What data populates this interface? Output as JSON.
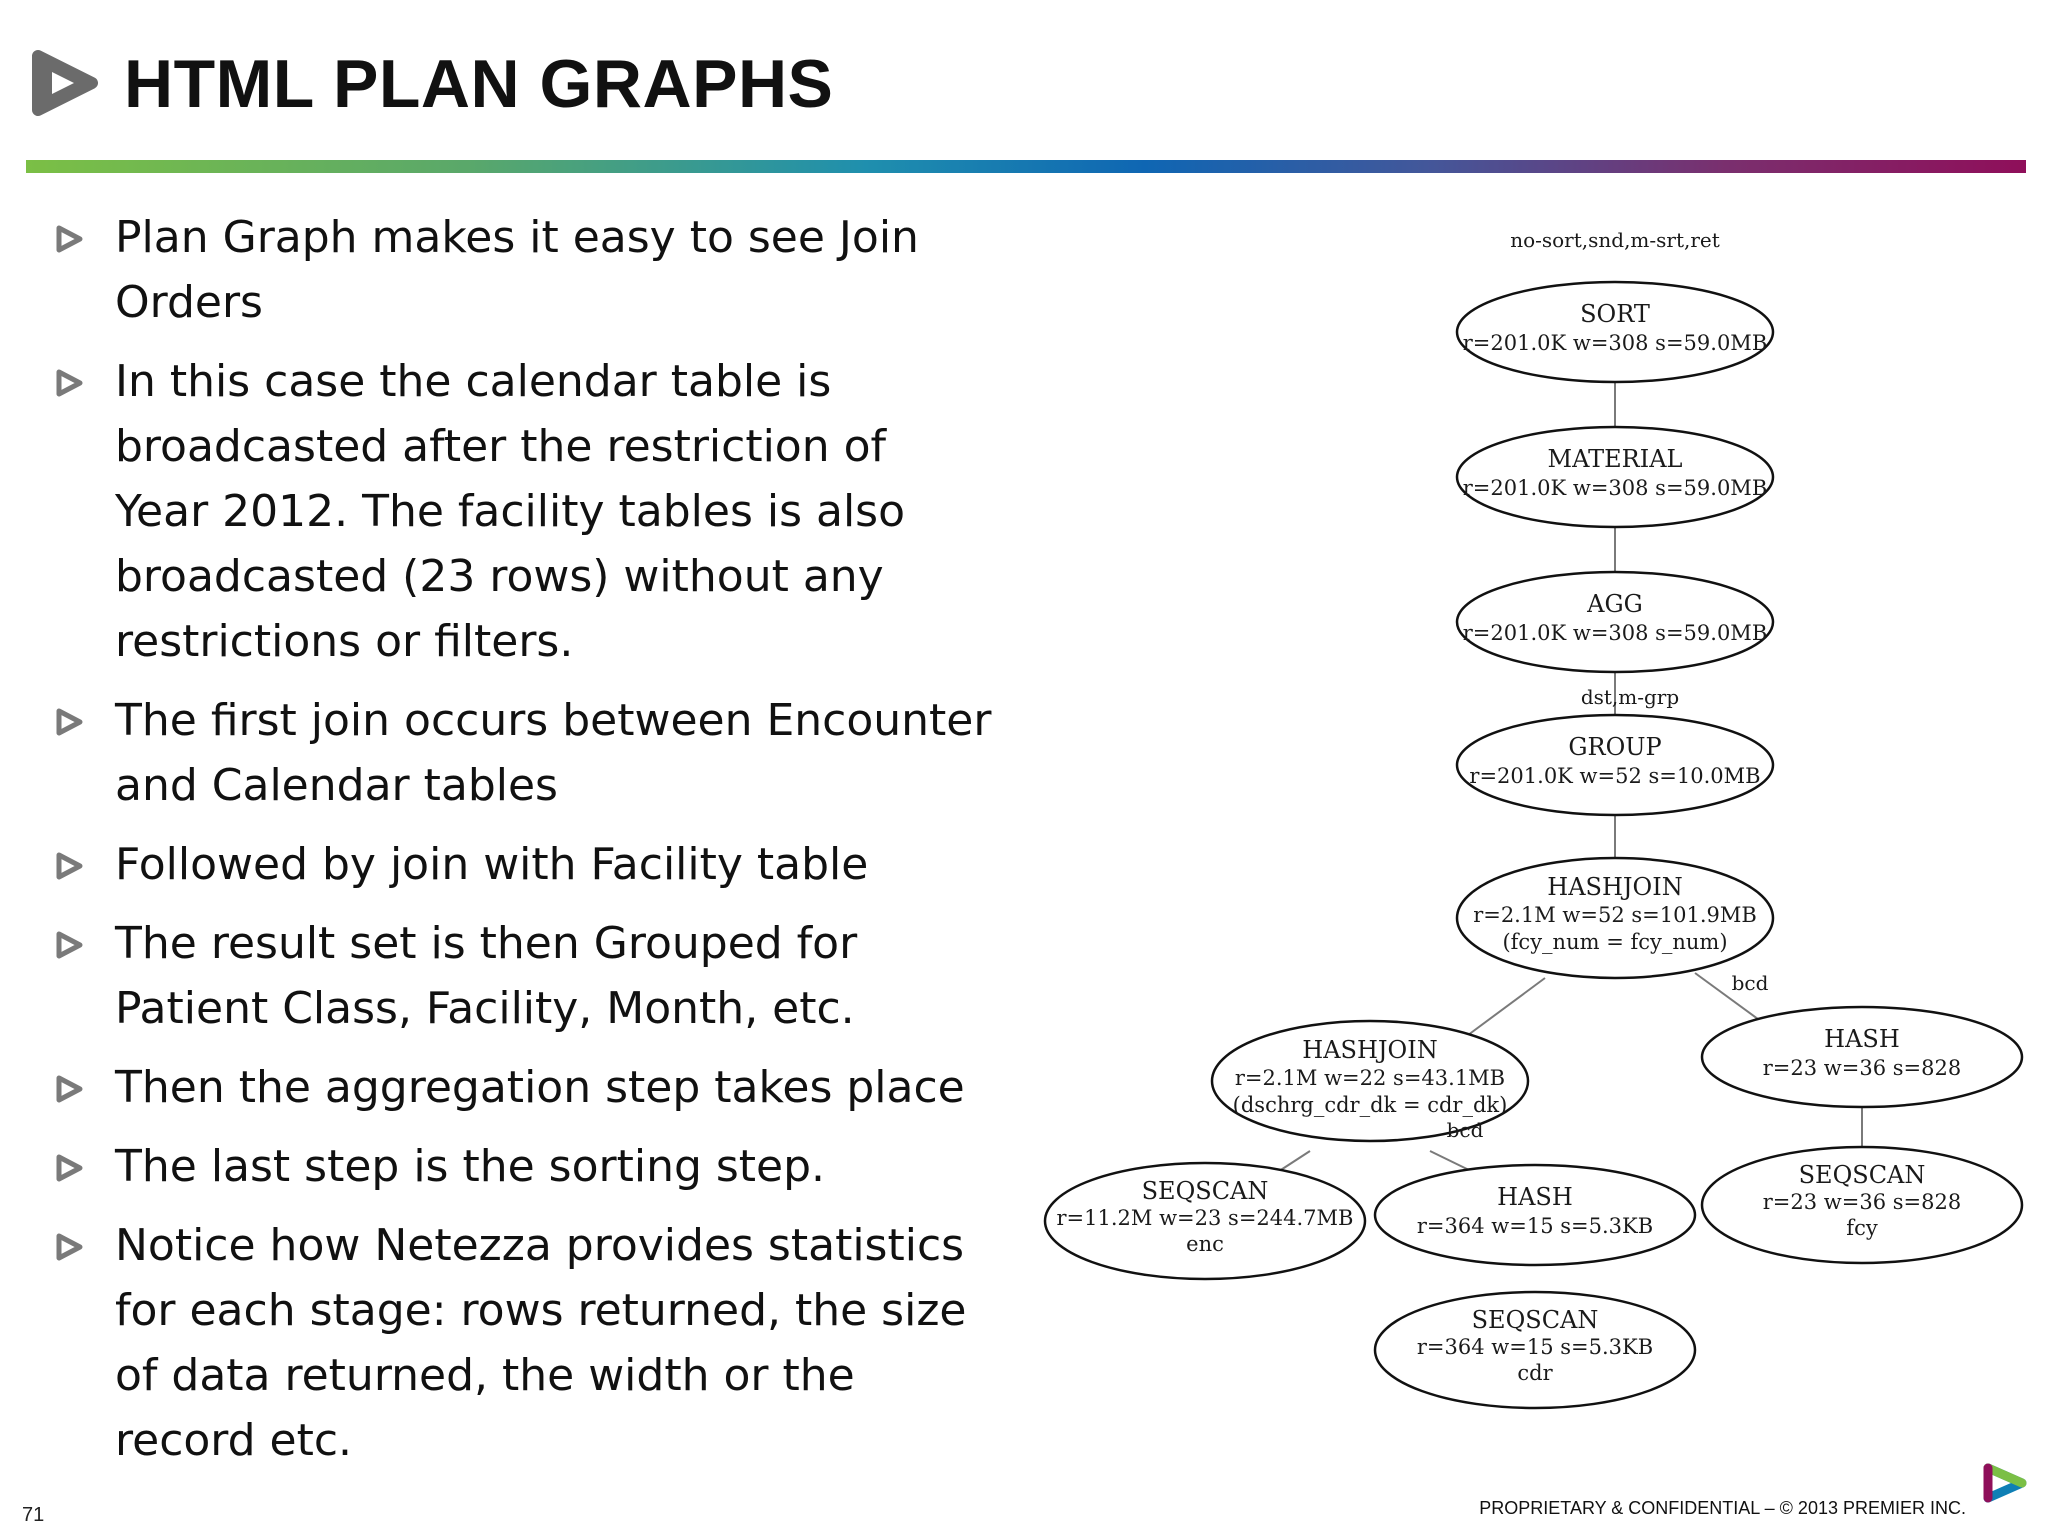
{
  "slide": {
    "title": "HTML PLAN GRAPHS",
    "page_number": "71",
    "footer": "PROPRIETARY & CONFIDENTIAL – © 2013 PREMIER INC.",
    "colors": {
      "accent_green": "#7bbf45",
      "accent_blue": "#0f66b3",
      "accent_purple": "#8f0f5a",
      "logo_gray": "#6b6b6b"
    }
  },
  "bullets": [
    {
      "line1": "Plan Graph makes it easy to see Join",
      "line2": "Orders"
    },
    {
      "line1": "In this case the calendar table is",
      "line2": "broadcasted after the restriction of",
      "line3": "Year 2012. The facility tables is also",
      "line4": "broadcasted (23 rows)  without any",
      "line5": "restrictions or filters."
    },
    {
      "line1": "The first join occurs between Encounter",
      "line2": "and Calendar tables"
    },
    {
      "line1": "Followed by join with Facility table"
    },
    {
      "line1": "The result set is then Grouped for",
      "line2": "Patient Class, Facility, Month, etc."
    },
    {
      "line1": "Then the aggregation step takes place"
    },
    {
      "line1": "The last step is the sorting step."
    },
    {
      "line1": "Notice how Netezza provides statistics",
      "line2": "for each stage: rows returned, the size",
      "line3": "of data returned, the width or the",
      "line4": "record etc."
    }
  ],
  "plan_graph": {
    "top_label": "no-sort,snd,m-srt,ret",
    "nodes": {
      "sort": {
        "name": "SORT",
        "stats": "r=201.0K w=308 s=59.0MB"
      },
      "material": {
        "name": "MATERIAL",
        "stats": "r=201.0K w=308 s=59.0MB"
      },
      "agg": {
        "name": "AGG",
        "stats": "r=201.0K w=308 s=59.0MB"
      },
      "group": {
        "name": "GROUP",
        "stats": "r=201.0K w=52 s=10.0MB"
      },
      "hashjoin1": {
        "name": "HASHJOIN",
        "stats": "r=2.1M w=52 s=101.9MB",
        "condition": "(fcy_num = fcy_num)"
      },
      "hashjoin2": {
        "name": "HASHJOIN",
        "stats": "r=2.1M w=22 s=43.1MB",
        "condition": "(dschrg_cdr_dk = cdr_dk)"
      },
      "hash_fcy": {
        "name": "HASH",
        "stats": "r=23 w=36 s=828"
      },
      "seqscan_enc": {
        "name": "SEQSCAN",
        "stats": "r=11.2M w=23 s=244.7MB",
        "table": "enc"
      },
      "hash_cdr": {
        "name": "HASH",
        "stats": "r=364 w=15 s=5.3KB"
      },
      "seqscan_fcy": {
        "name": "SEQSCAN",
        "stats": "r=23 w=36 s=828",
        "table": "fcy"
      },
      "seqscan_cdr": {
        "name": "SEQSCAN",
        "stats": "r=364 w=15 s=5.3KB",
        "table": "cdr"
      }
    },
    "edge_labels": {
      "agg_group": "dst,m-grp",
      "hashjoin1_hash": "bcd",
      "hashjoin2_hash": "bcd"
    }
  }
}
